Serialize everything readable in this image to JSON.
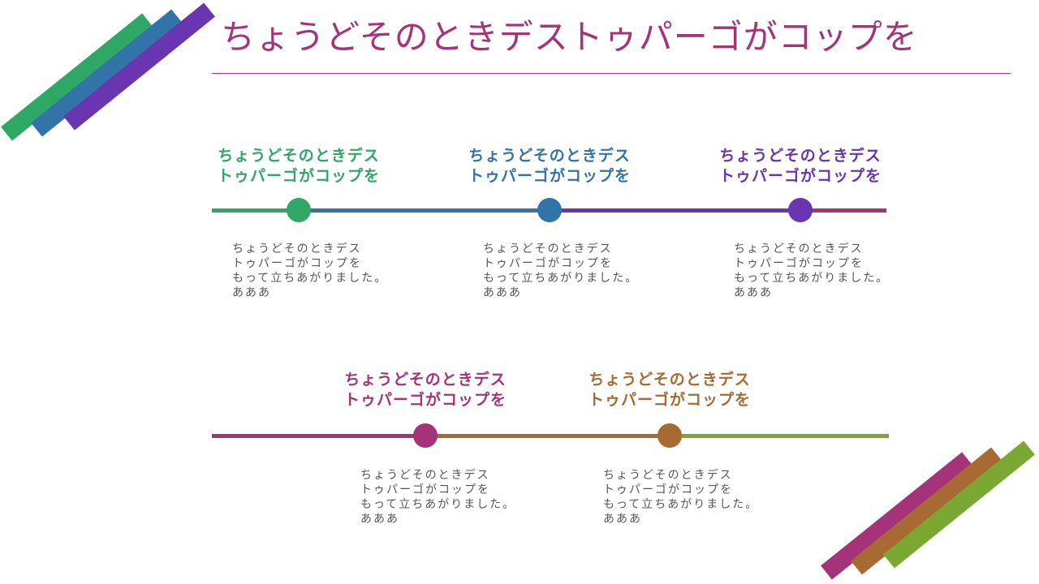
{
  "title": "ちょうどそのときデストゥパーゴがコップを",
  "colors": {
    "green": "#2fa866",
    "blue": "#3374a8",
    "purple": "#6a35b0",
    "magenta": "#a5337a",
    "brown": "#a86a33",
    "lime": "#7aa833",
    "title": "#a5337a",
    "text": "#555555"
  },
  "milestones": [
    {
      "heading": [
        "ちょうどそのときデス",
        "トゥパーゴがコップを"
      ],
      "body": [
        "ちょうどそのときデス",
        "トゥパーゴがコップを",
        "もって立ちあがりました。",
        "あああ"
      ],
      "color": "#2fa866"
    },
    {
      "heading": [
        "ちょうどそのときデス",
        "トゥパーゴがコップを"
      ],
      "body": [
        "ちょうどそのときデス",
        "トゥパーゴがコップを",
        "もって立ちあがりました。",
        "あああ"
      ],
      "color": "#3374a8"
    },
    {
      "heading": [
        "ちょうどそのときデス",
        "トゥパーゴがコップを"
      ],
      "body": [
        "ちょうどそのときデス",
        "トゥパーゴがコップを",
        "もって立ちあがりました。",
        "あああ"
      ],
      "color": "#6a35b0"
    },
    {
      "heading": [
        "ちょうどそのときデス",
        "トゥパーゴがコップを"
      ],
      "body": [
        "ちょうどそのときデス",
        "トゥパーゴがコップを",
        "もって立ちあがりました。",
        "あああ"
      ],
      "color": "#a5337a"
    },
    {
      "heading": [
        "ちょうどそのときデス",
        "トゥパーゴがコップを"
      ],
      "body": [
        "ちょうどそのときデス",
        "トゥパーゴがコップを",
        "もって立ちあがりました。",
        "あああ"
      ],
      "color": "#a86a33"
    }
  ]
}
